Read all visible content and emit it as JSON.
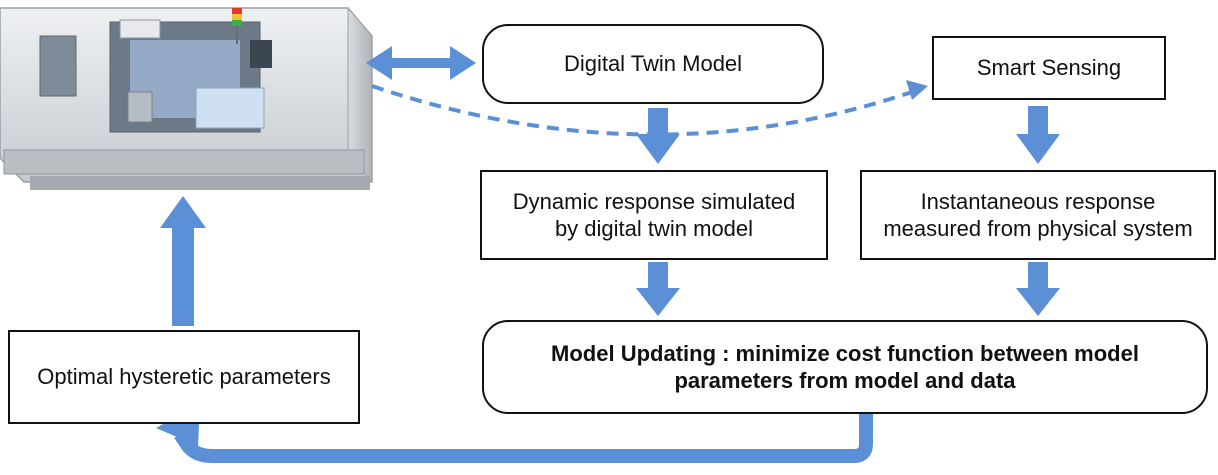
{
  "diagram": {
    "accent_color": "#5b8fd6",
    "image": {
      "name": "cnc-lathe-machine"
    },
    "nodes": {
      "digital_twin": "Digital Twin Model",
      "smart_sensing": "Smart Sensing",
      "dynamic_response": "Dynamic response simulated\nby digital twin model",
      "instantaneous_response": "Instantaneous response\nmeasured from physical system",
      "model_updating": "Model Updating : minimize cost function between model\nparameters from model and data",
      "optimal_parameters": "Optimal hysteretic parameters"
    }
  }
}
